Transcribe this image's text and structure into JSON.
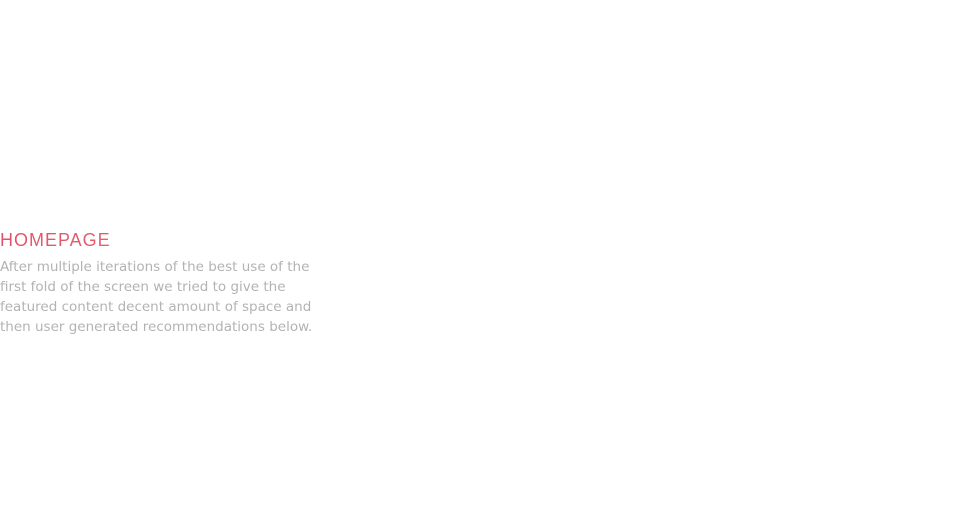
{
  "section": {
    "title": "HOMEPAGE",
    "description_lines": [
      "After multiple iterations of the best use of the",
      "first fold of the screen we tried to give the",
      "featured content decent amount of space and",
      "then user generated recommendations below."
    ]
  },
  "colors": {
    "title_start": "#e2506b",
    "title_end": "#ef7d6d",
    "body_text": "#b3b3b3",
    "background": "#ffffff"
  }
}
